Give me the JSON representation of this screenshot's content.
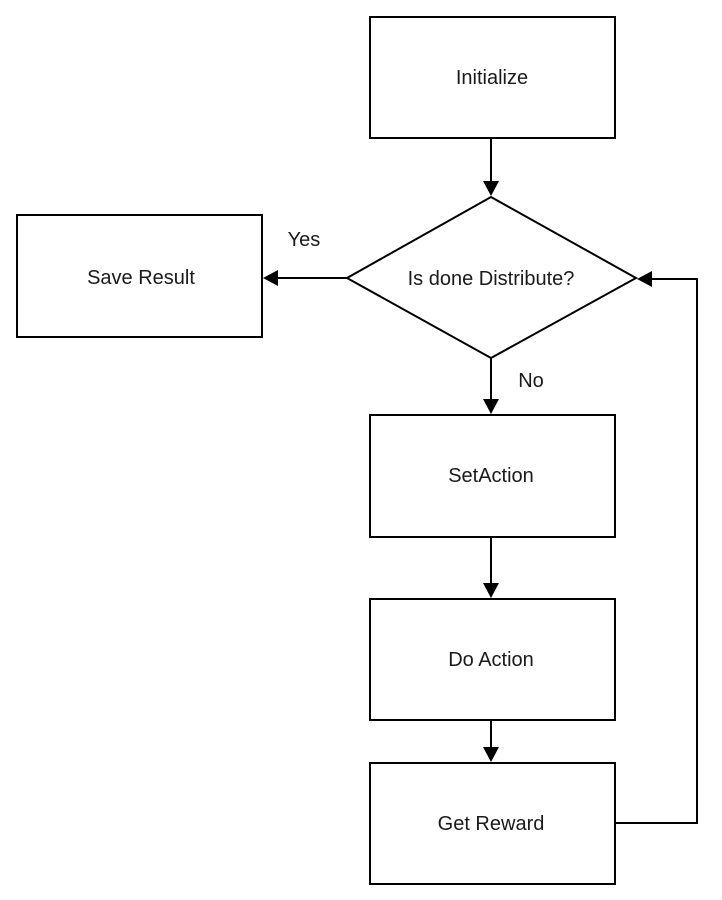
{
  "nodes": {
    "initialize": "Initialize",
    "decision": "Is done Distribute?",
    "save_result": "Save Result",
    "set_action": "SetAction",
    "do_action": "Do Action",
    "get_reward": "Get Reward"
  },
  "edge_labels": {
    "yes": "Yes",
    "no": "No"
  }
}
